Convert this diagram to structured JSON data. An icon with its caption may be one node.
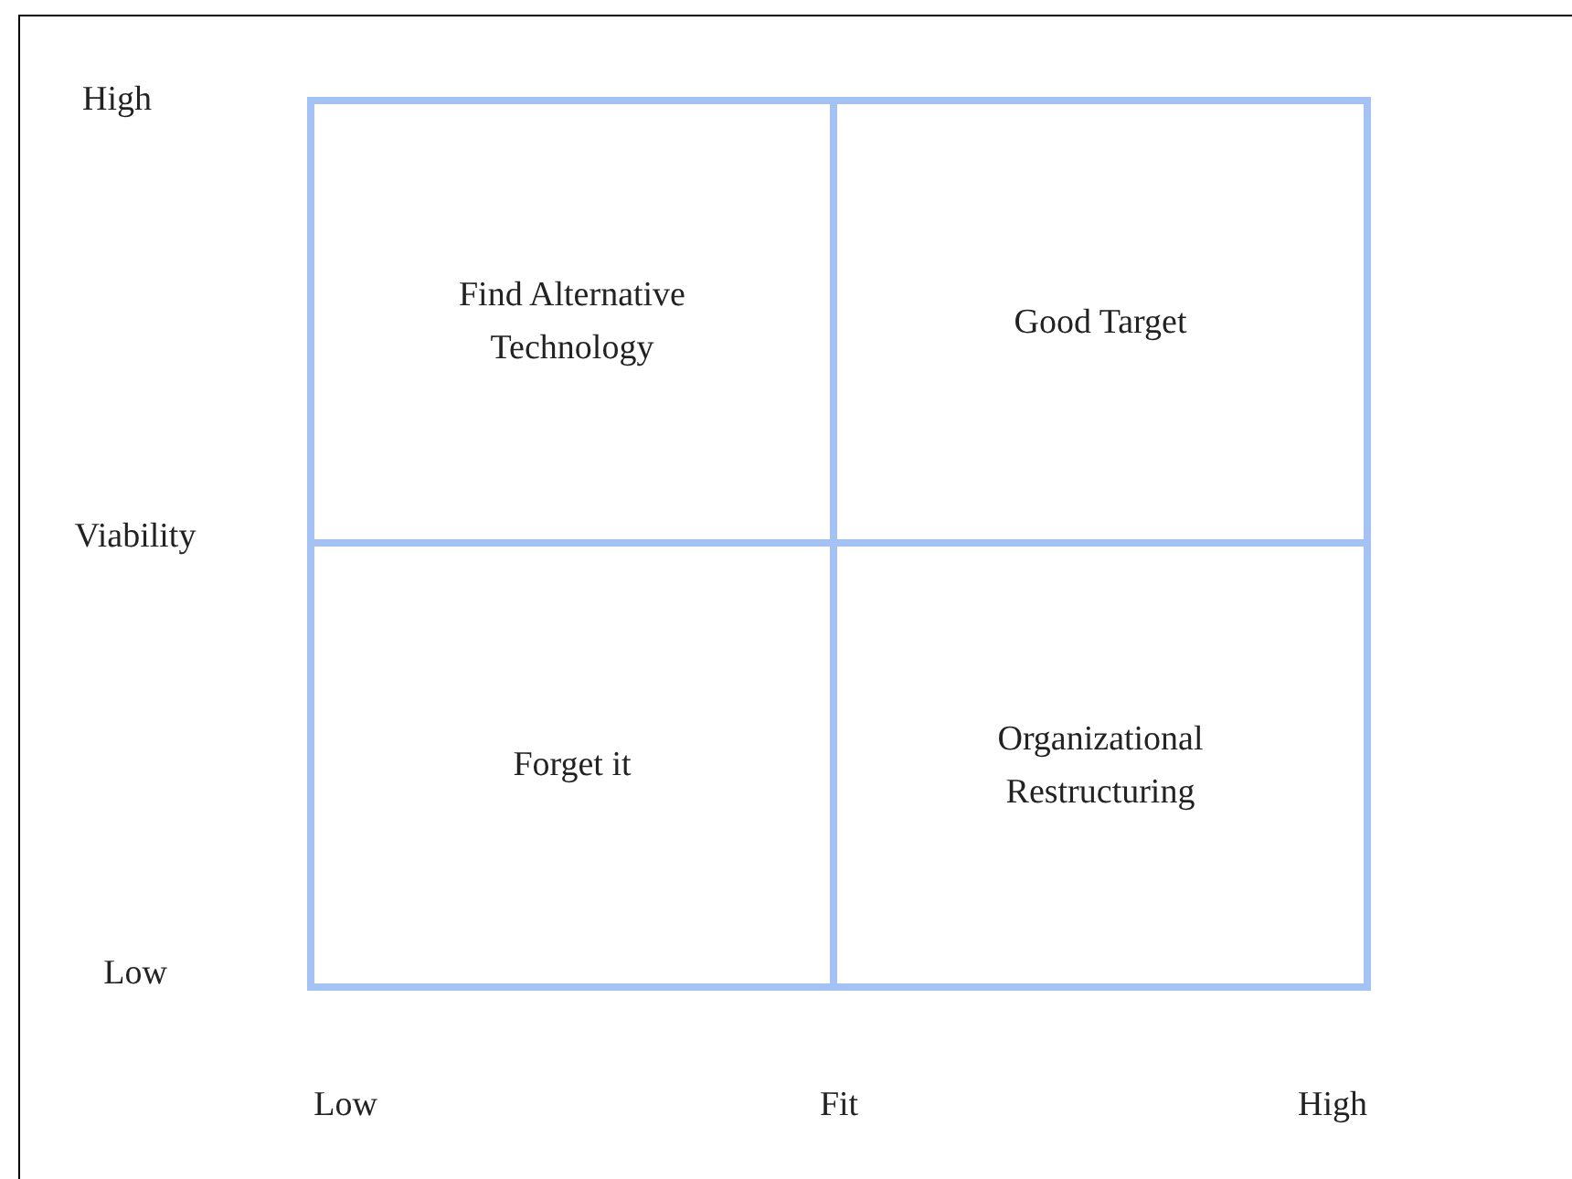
{
  "diagram": {
    "nodes": [
      {
        "text": [
          "Find Alternative Technology"
        ]
      },
      {
        "text": [
          "Good Target"
        ]
      },
      {
        "text": [
          "Forget it"
        ]
      },
      {
        "text": [
          "Organizational Restructuring"
        ]
      }
    ],
    "labels": [
      "High",
      "Viability",
      "Low",
      "Low",
      "Fit",
      "High"
    ]
  }
}
